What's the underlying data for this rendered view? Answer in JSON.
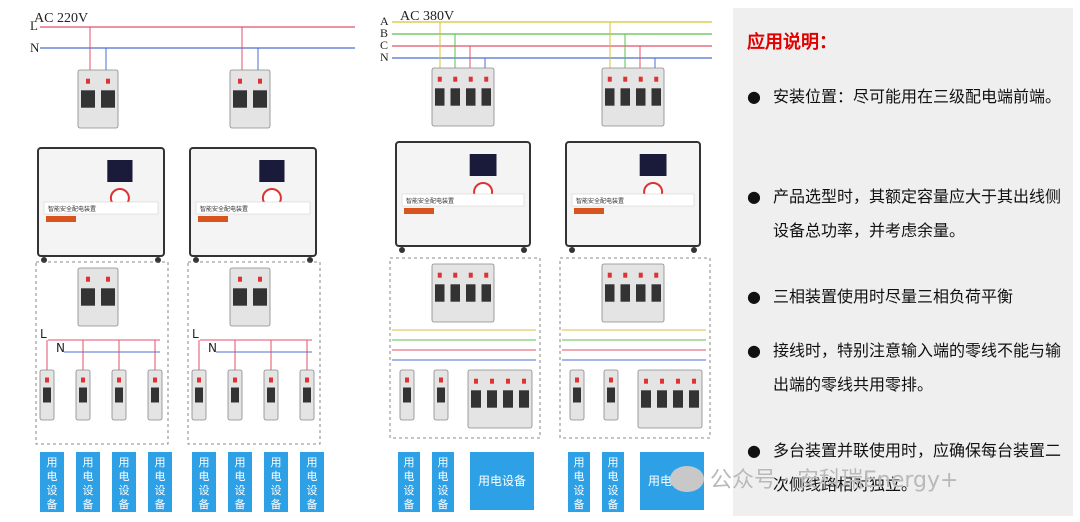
{
  "left_system": {
    "supply_label": "AC 220V",
    "line_L": "L",
    "line_N": "N",
    "out_L": "L",
    "out_N": "N"
  },
  "right_system": {
    "supply_label": "AC 380V",
    "lines": [
      "A",
      "B",
      "C",
      "N"
    ]
  },
  "load_label": "用电设备",
  "device_names": [
    "智能安全配电装置",
    "智能安全配电装置",
    "智能安全配电装置",
    "智能安全配电装置"
  ],
  "panel": {
    "title": "应用说明：",
    "notes": [
      "安装位置：尽可能用在三级配电端前端。",
      "产品选型时，其额定容量应大于其出线侧设备总功率，并考虑余量。",
      "三相装置使用时尽量三相负荷平衡",
      "接线时，特别注意输入端的零线不能与输出端的零线共用零排。",
      "多台装置并联使用时，应确保每台装置二次侧线路相对独立。"
    ]
  },
  "watermark": "公众号 · 安科瑞Energy+",
  "colors": {
    "live_red": "#e0506a",
    "neutral_blue": "#4a6fd0",
    "phase_yellow": "#d8c23a",
    "phase_green": "#5cbf4c",
    "load_box": "#2ea0e6",
    "title_red": "#e00000"
  }
}
